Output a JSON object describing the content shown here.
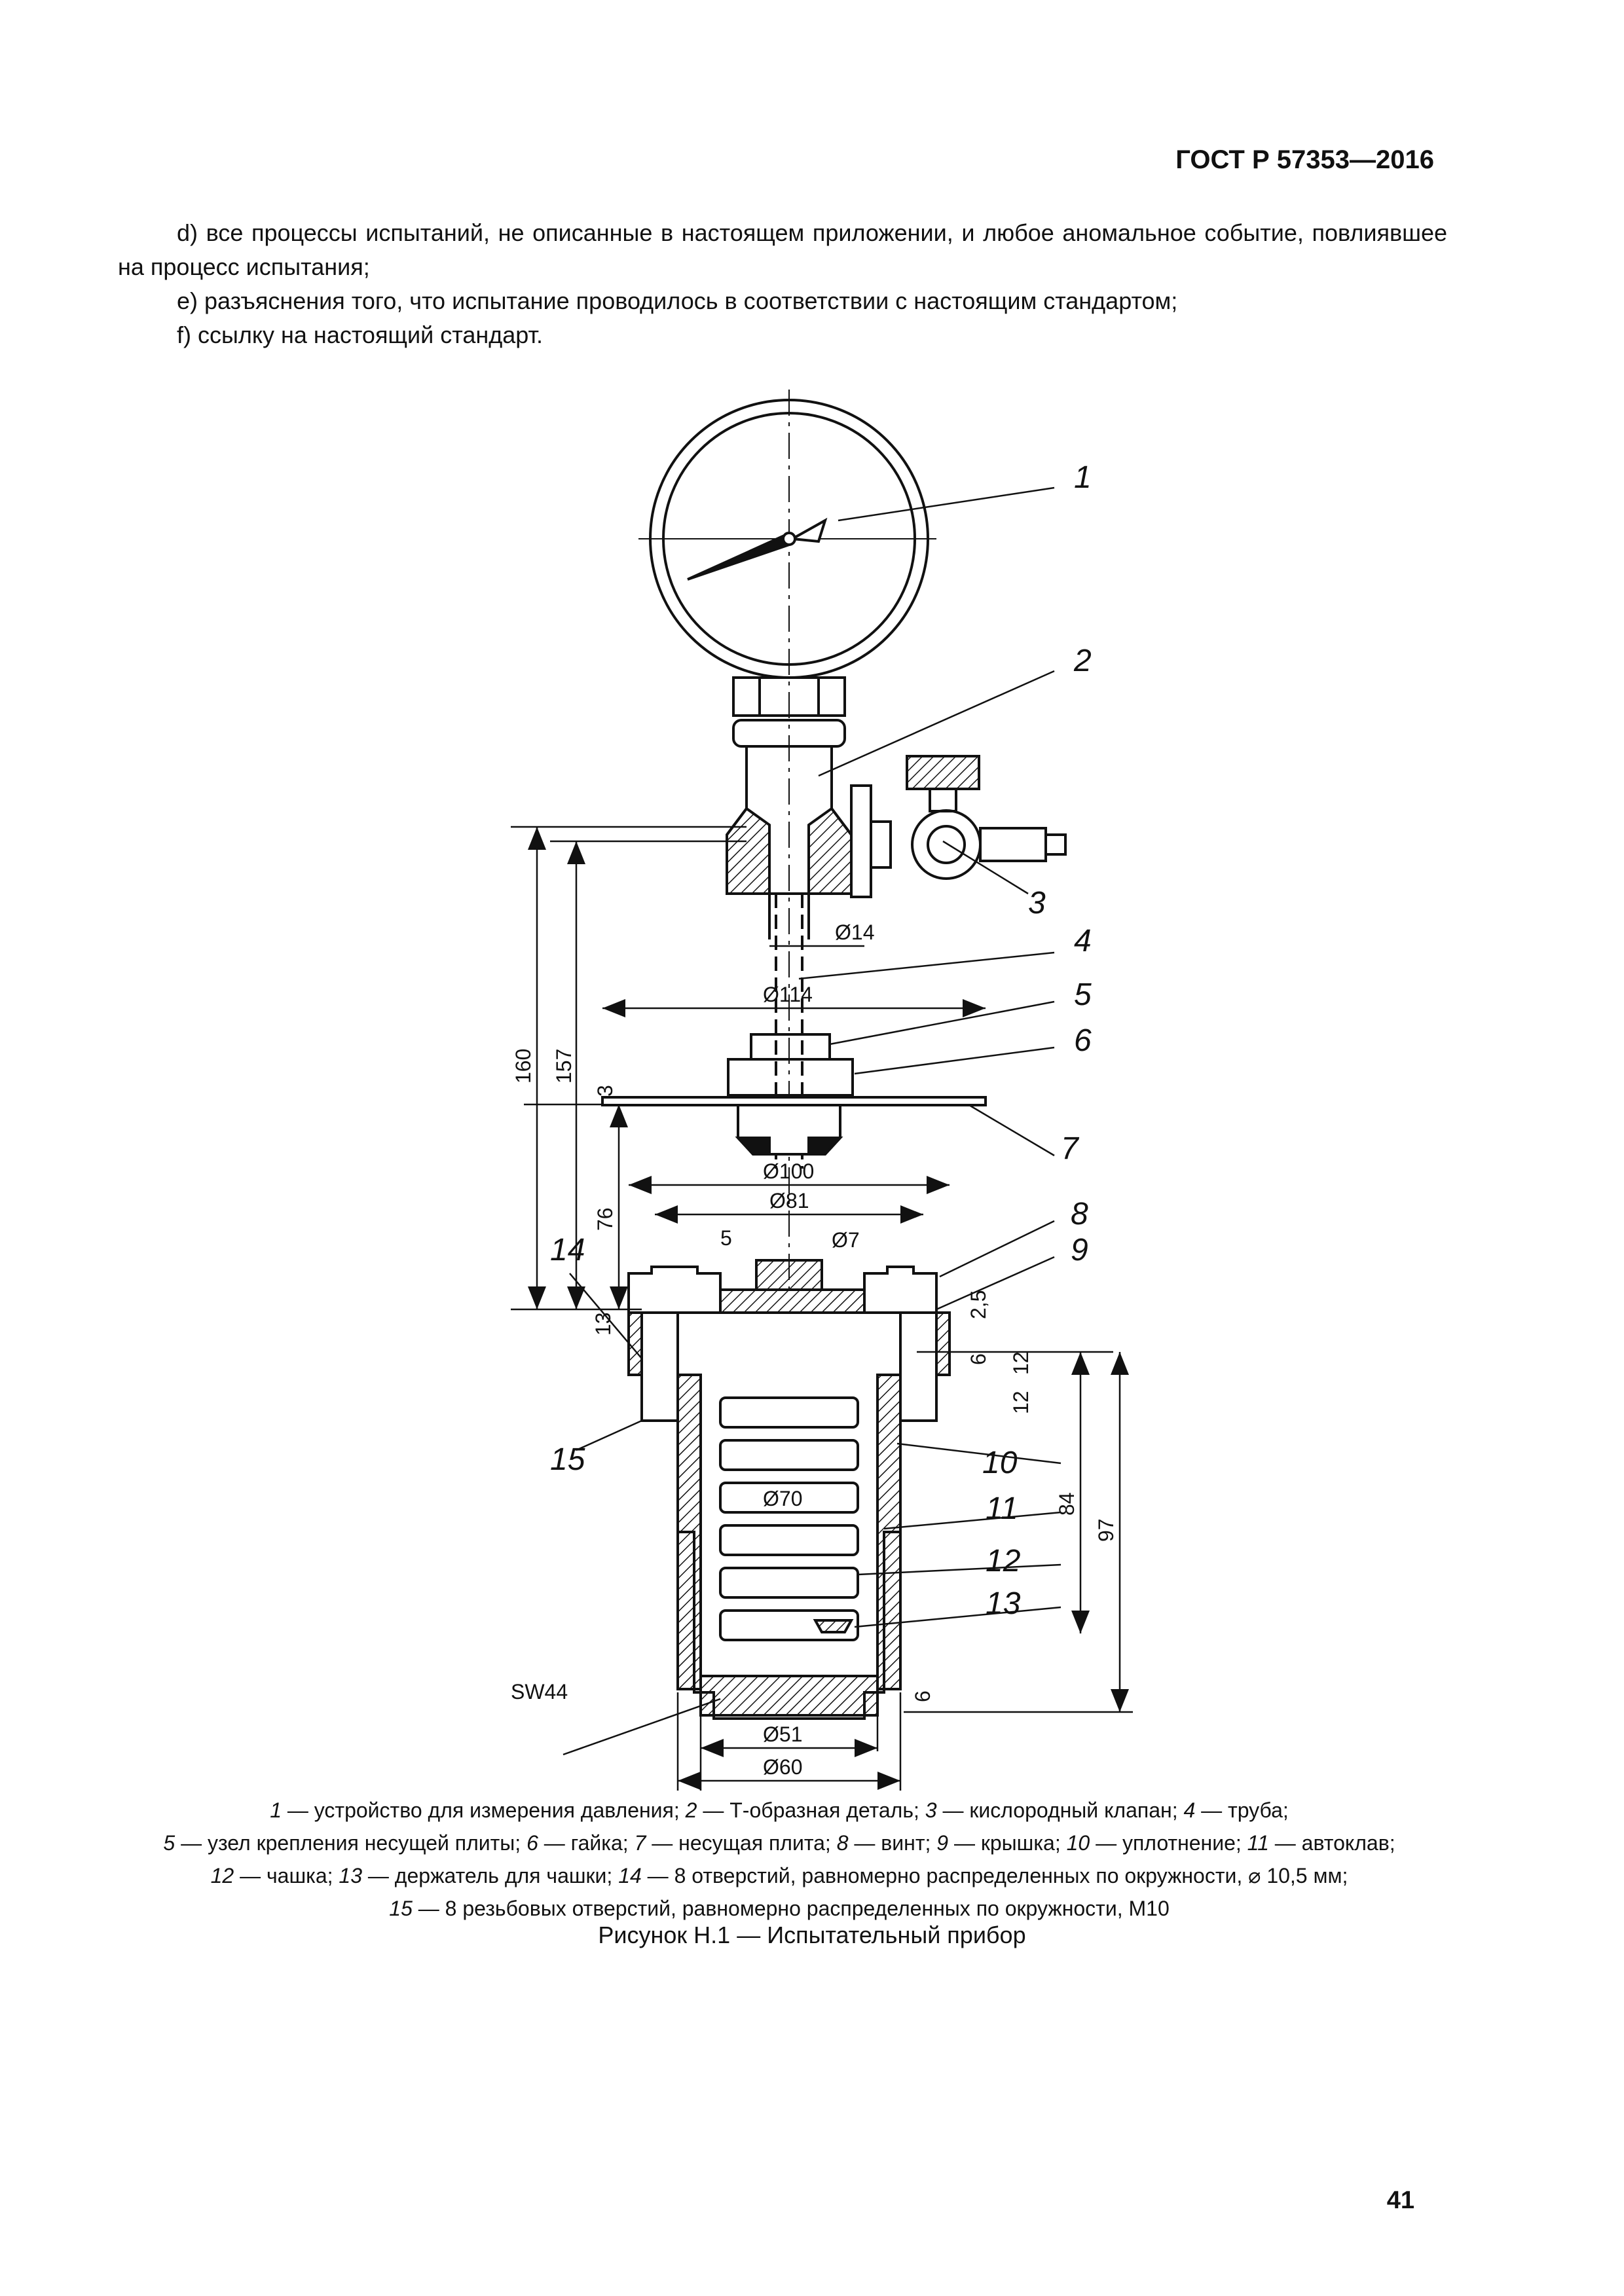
{
  "header": {
    "standard": "ГОСТ Р 57353—2016"
  },
  "list_items": [
    "d) все процессы испытаний, не описанные в настоящем приложении, и любое аномальное событие, повлиявшее на процесс испытания;",
    "e) разъяснения того, что испытание проводилось в соответствии с настоящим стандартом;",
    "f) ссылку на настоящий стандарт."
  ],
  "figure": {
    "callouts": [
      "1",
      "2",
      "3",
      "4",
      "5",
      "6",
      "7",
      "8",
      "9",
      "10",
      "11",
      "12",
      "13",
      "14",
      "15"
    ],
    "dimensions": {
      "d14": "Ø14",
      "d114": "Ø114",
      "d100": "Ø100",
      "d81": "Ø81",
      "d7": "Ø7",
      "d70": "Ø70",
      "d51": "Ø51",
      "d60": "Ø60",
      "v160": "160",
      "v157": "157",
      "v76": "76",
      "v3": "3",
      "v13": "13",
      "v5": "5",
      "v2_5": "2,5",
      "v6a": "6",
      "v12a": "12",
      "v12b": "12",
      "v84": "84",
      "v97": "97",
      "v6b": "6",
      "sw44": "SW44"
    },
    "legend": [
      {
        "n": "1",
        "t": " — устройство для измерения давления; "
      },
      {
        "n": "2",
        "t": " — Т-образная деталь; "
      },
      {
        "n": "3",
        "t": " — кислородный клапан; "
      },
      {
        "n": "4",
        "t": " — труба;"
      },
      {
        "n": "5",
        "t": " — узел крепления несущей плиты; "
      },
      {
        "n": "6",
        "t": " — гайка; "
      },
      {
        "n": "7",
        "t": " — несущая плита; "
      },
      {
        "n": "8",
        "t": " — винт; "
      },
      {
        "n": "9",
        "t": " — крышка; "
      },
      {
        "n": "10",
        "t": " — уплотнение; "
      },
      {
        "n": "11",
        "t": " — автоклав;"
      },
      {
        "n": "12",
        "t": " — чашка; "
      },
      {
        "n": "13",
        "t": " — держатель для чашки; "
      },
      {
        "n": "14",
        "t": " — 8 отверстий, равномерно распределенных по окружности, "
      },
      {
        "n": "",
        "t": "⌀ 10,5 мм;"
      },
      {
        "n": "15",
        "t": " — 8 резьбовых отверстий, равномерно распределенных по окружности, М10"
      }
    ],
    "title": "Рисунок Н.1 — Испытательный прибор"
  },
  "page_number": "41"
}
